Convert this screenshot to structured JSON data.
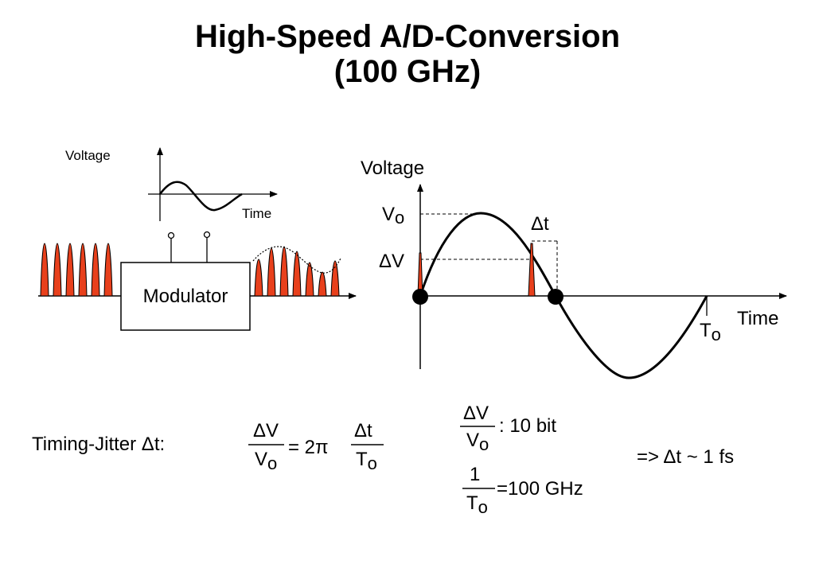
{
  "title": {
    "line1": "High-Speed A/D-Conversion",
    "line2": "(100 GHz)"
  },
  "small_plot": {
    "ylabel": "Voltage",
    "xlabel": "Time"
  },
  "modulator": {
    "label": "Modulator",
    "input_pulse_count": 6,
    "output_pulse_count": 7
  },
  "main_plot": {
    "ylabel": "Voltage",
    "xlabel": "Time",
    "v0_label": "V",
    "v0_sub": "o",
    "dv_label": "ΔV",
    "dt_label": "Δt",
    "t0_label": "T",
    "t0_sub": "o"
  },
  "jitter": {
    "label": "Timing-Jitter Δt:",
    "num1": "ΔV",
    "den1": "V",
    "den1_sub": "o",
    "eq": "= 2π",
    "num2": "Δt",
    "den2": "T",
    "den2_sub": "o"
  },
  "resolution": {
    "num": "ΔV",
    "den": "V",
    "den_sub": "o",
    "text": ": 10 bit"
  },
  "rate": {
    "num": "1",
    "den": "T",
    "den_sub": "o",
    "text": "=100 GHz"
  },
  "conclusion": "=> Δt ~ 1 fs",
  "colors": {
    "pulse": "#e8401c",
    "line": "#000000"
  }
}
